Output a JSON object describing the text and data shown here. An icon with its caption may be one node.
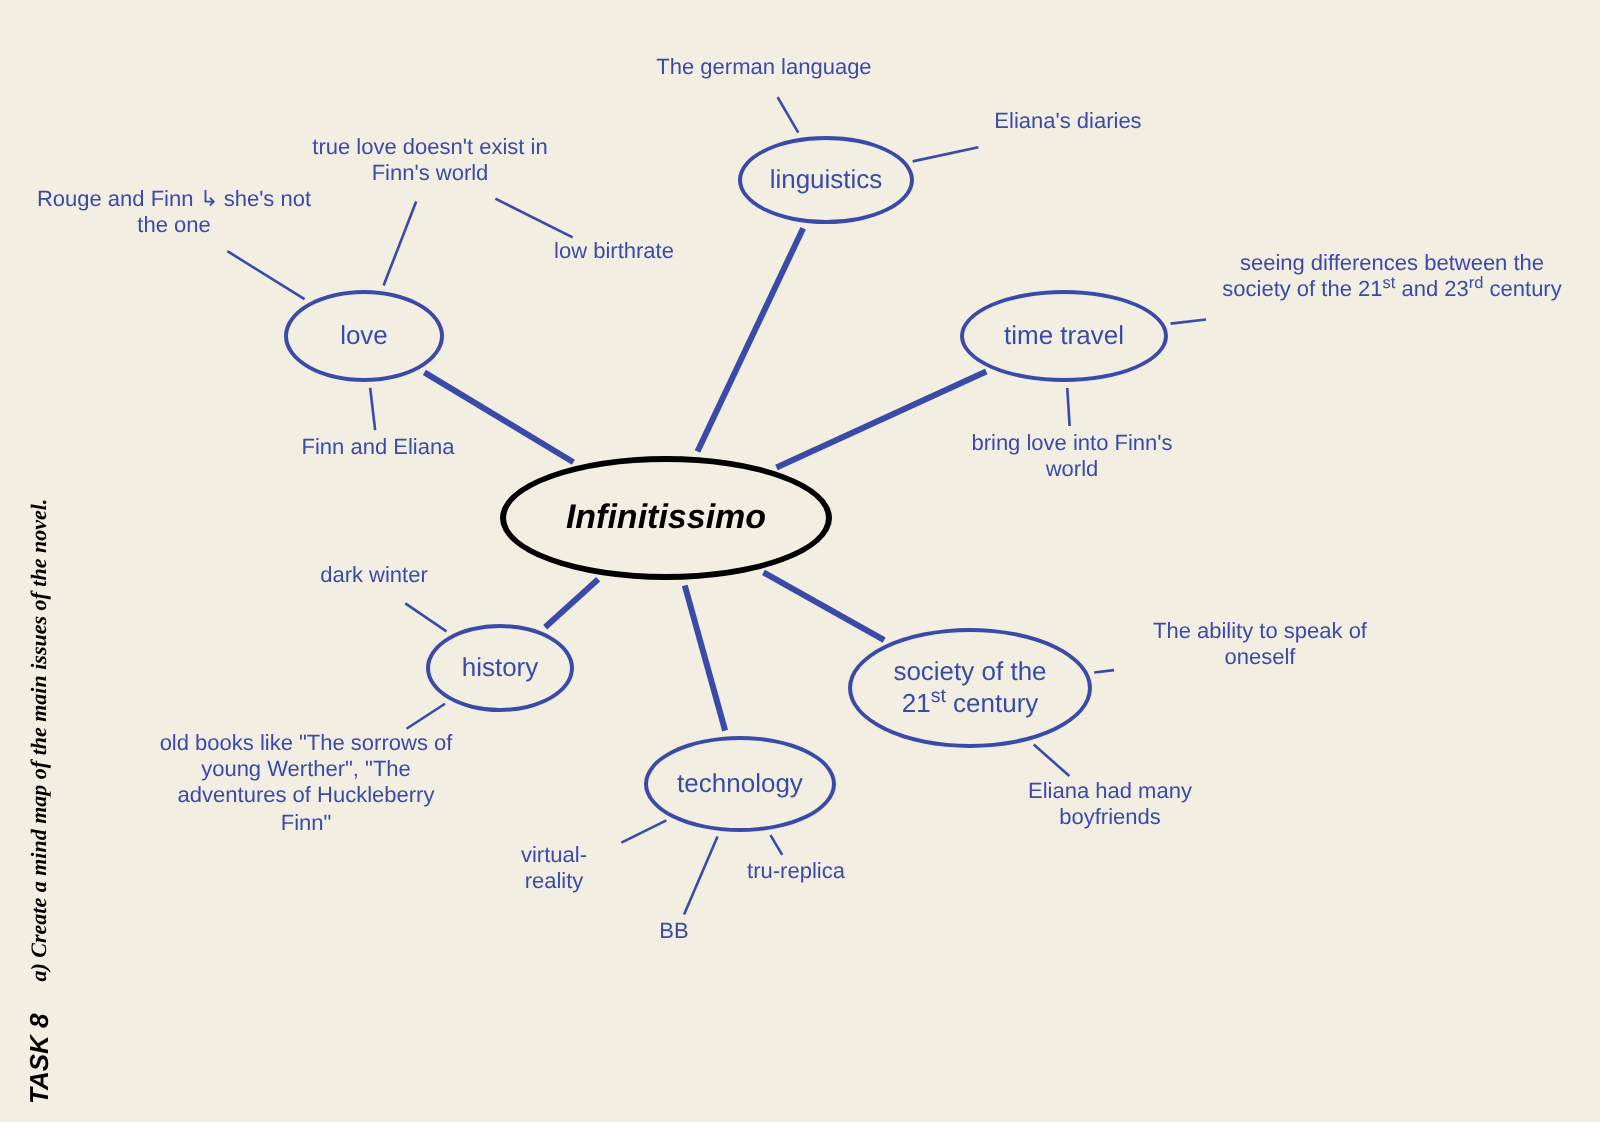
{
  "diagram": {
    "nodes": [
      {
        "text": [
          "Infinitissimo"
        ]
      },
      {
        "text": [
          "love"
        ]
      },
      {
        "text": [
          "linguistics"
        ]
      },
      {
        "text": [
          "time travel"
        ]
      },
      {
        "text": [
          "history"
        ]
      },
      {
        "text": [
          "technology"
        ]
      },
      {
        "text": [
          "society of the 21$^{st}$ century"
        ]
      },
      {
        "text": [
          "The german language"
        ]
      },
      {
        "text": [
          "Eliana's diaries"
        ]
      },
      {
        "text": [
          "true love doesn't exist in Finn's world"
        ]
      },
      {
        "text": [
          "Rouge and Finn ↳ she's not the one"
        ]
      },
      {
        "text": [
          "low birthrate"
        ]
      },
      {
        "text": [
          "Finn and Eliana"
        ]
      },
      {
        "text": [
          "seeing differences between the society of the 21$^{st}$ and 23$^{rd}$ century"
        ]
      },
      {
        "text": [
          "bring love into Finn's world"
        ]
      },
      {
        "text": [
          "dark winter"
        ]
      },
      {
        "text": [
          "old books like \"The sorrows of young Werther\", \"The adventures of Huckleberry Finn\""
        ]
      },
      {
        "text": [
          "virtual-reality"
        ]
      },
      {
        "text": [
          "BB"
        ]
      },
      {
        "text": [
          "tru-replica"
        ]
      },
      {
        "text": [
          "The ability to speak of oneself"
        ]
      },
      {
        "text": [
          "Eliana had many boyfriends"
        ]
      }
    ],
    "edges": [
      {
        "from": 0,
        "to": 1,
        "arrow": "none",
        "style": "thick"
      },
      {
        "from": 0,
        "to": 2,
        "arrow": "none",
        "style": "thick"
      },
      {
        "from": 0,
        "to": 3,
        "arrow": "none",
        "style": "thick"
      },
      {
        "from": 0,
        "to": 4,
        "arrow": "none",
        "style": "thick"
      },
      {
        "from": 0,
        "to": 5,
        "arrow": "none",
        "style": "thick"
      },
      {
        "from": 0,
        "to": 6,
        "arrow": "none",
        "style": "thick"
      },
      {
        "from": 2,
        "to": 7,
        "arrow": "none"
      },
      {
        "from": 2,
        "to": 8,
        "arrow": "none"
      },
      {
        "from": 1,
        "to": 9,
        "arrow": "none"
      },
      {
        "from": 1,
        "to": 10,
        "arrow": "none"
      },
      {
        "from": 9,
        "to": 11,
        "arrow": "none"
      },
      {
        "from": 1,
        "to": 12,
        "arrow": "none"
      },
      {
        "from": 3,
        "to": 13,
        "arrow": "none"
      },
      {
        "from": 3,
        "to": 14,
        "arrow": "none"
      },
      {
        "from": 4,
        "to": 15,
        "arrow": "none"
      },
      {
        "from": 4,
        "to": 16,
        "arrow": "none"
      },
      {
        "from": 5,
        "to": 17,
        "arrow": "none"
      },
      {
        "from": 5,
        "to": 18,
        "arrow": "none"
      },
      {
        "from": 5,
        "to": 19,
        "arrow": "none"
      },
      {
        "from": 6,
        "to": 20,
        "arrow": "none"
      },
      {
        "from": 6,
        "to": 21,
        "arrow": "none"
      }
    ],
    "labels": [
      "TASK 8",
      "a) Create a mind map of the main issues of the novel."
    ]
  }
}
